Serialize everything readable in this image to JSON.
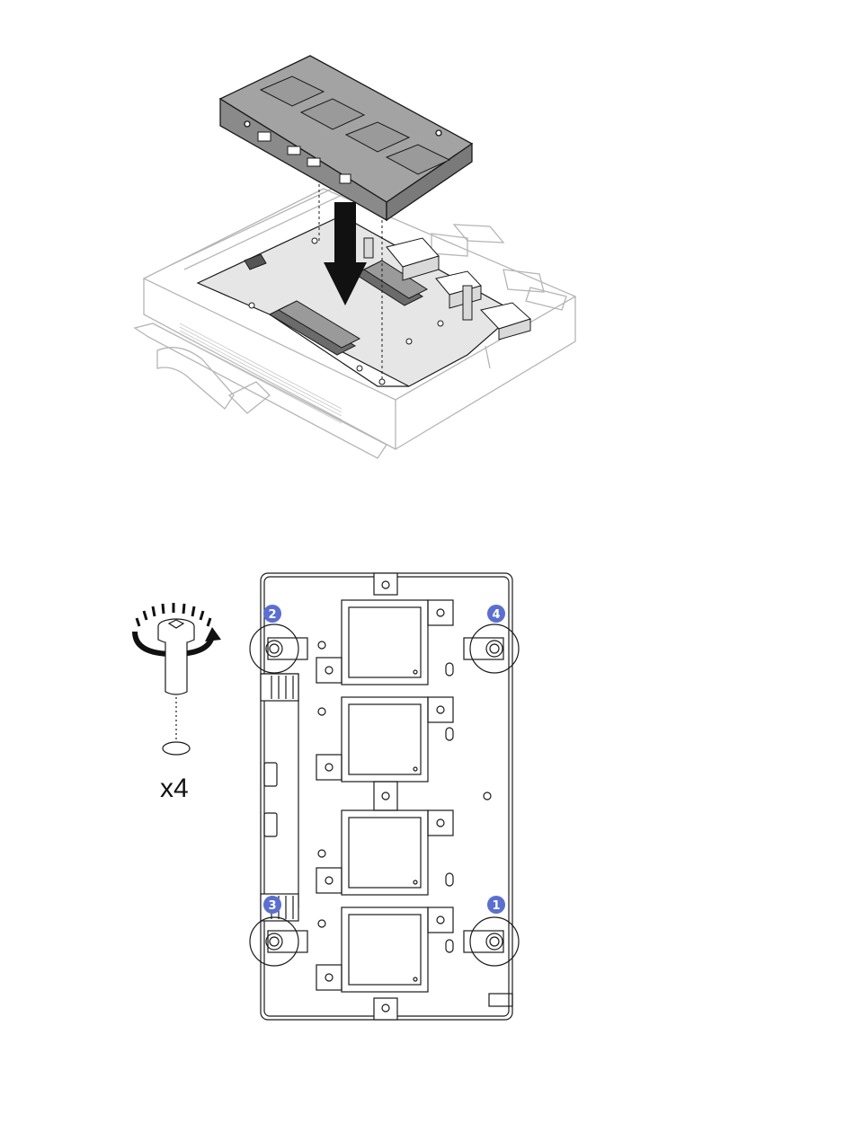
{
  "colors": {
    "line": "#1a1a1a",
    "light_line": "#b5b5b5",
    "board_fill": "#e6e6e6",
    "part_fill": "#8f8f8f",
    "part_top": "#a3a3a3",
    "badge": "#5a6fcf"
  },
  "icons": {
    "arrow": "down-arrow-icon",
    "screw": "torx-screw-icon",
    "rotate": "clockwise-rotation-icon"
  },
  "screw_quantity": "x4",
  "callouts": [
    {
      "id": "callout-1",
      "number": "1"
    },
    {
      "id": "callout-2",
      "number": "2"
    },
    {
      "id": "callout-3",
      "number": "3"
    },
    {
      "id": "callout-4",
      "number": "4"
    }
  ]
}
